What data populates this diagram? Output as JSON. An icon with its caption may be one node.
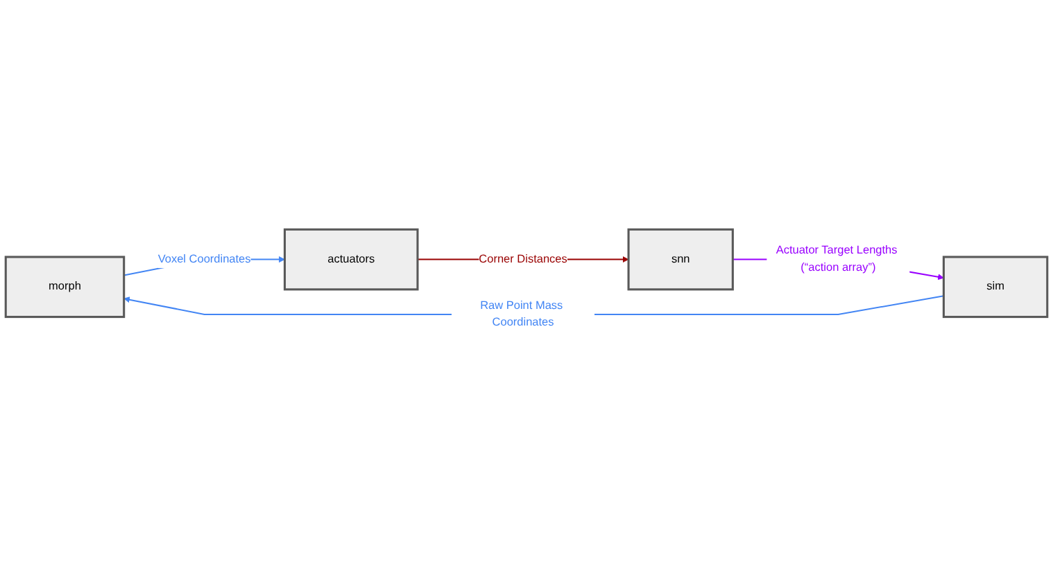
{
  "diagram": {
    "nodes": [
      {
        "text": [
          "morph"
        ]
      },
      {
        "text": [
          "actuators"
        ]
      },
      {
        "text": [
          "sim"
        ]
      },
      {
        "text": [
          "snn"
        ]
      }
    ],
    "edges": [
      {
        "from": 0,
        "to": 1,
        "arrow": "to",
        "label": "Voxel Coordinates"
      },
      {
        "from": 1,
        "to": 3,
        "arrow": "to",
        "label": "Corner Distances",
        "color": "#990000"
      },
      {
        "from": 3,
        "to": 2,
        "arrow": "to",
        "label": "Actuator Target Lengths (“action array”)",
        "color": "#9900ff"
      },
      {
        "from": 2,
        "to": 0,
        "arrow": "to",
        "label": "Raw Point Mass Coordinates"
      }
    ]
  }
}
